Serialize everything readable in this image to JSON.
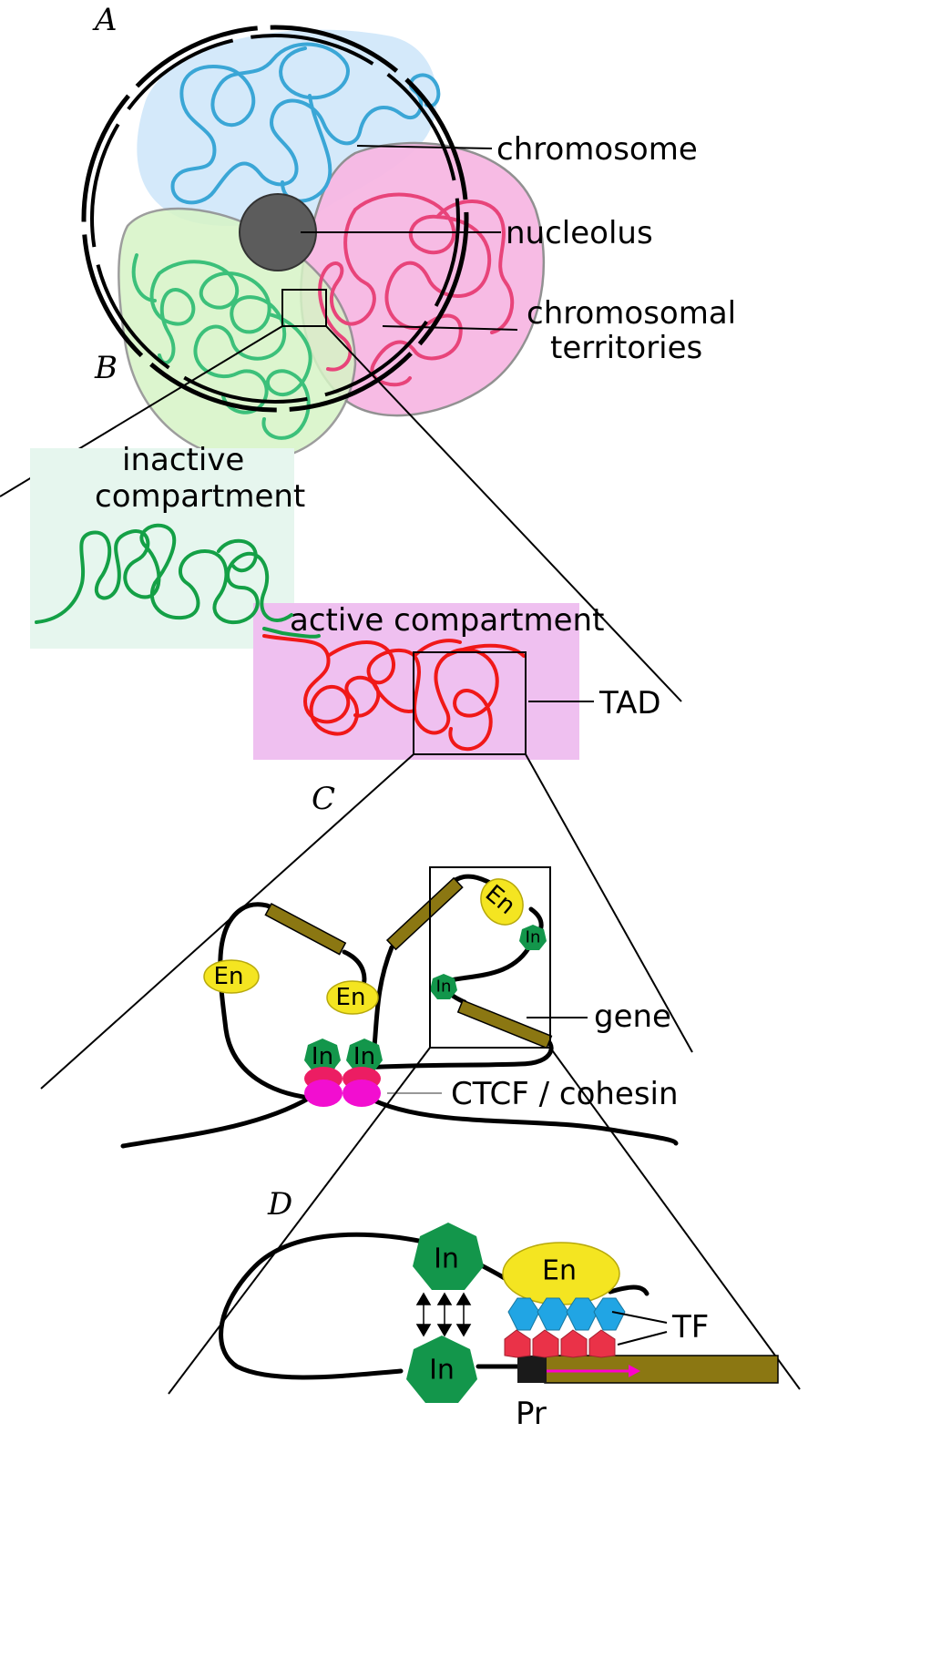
{
  "panels": {
    "a": "A",
    "b": "B",
    "c": "C",
    "d": "D"
  },
  "labels": {
    "chromosome": "chromosome",
    "nucleolus": "nucleolus",
    "territories_1": "chromosomal",
    "territories_2": "territories",
    "inactive_1": "inactive",
    "inactive_2": "compartment",
    "active": "active compartment",
    "tad": "TAD",
    "gene": "gene",
    "ctcf": "CTCF / cohesin",
    "tf": "TF",
    "pr": "Pr"
  },
  "tags": {
    "enhancer": "En",
    "insulator": "In"
  },
  "colors": {
    "blue_territory": "#cfe7f9",
    "blue_chromosome": "#3aa6d6",
    "pink_territory": "#f7b8e3",
    "red_chromosome": "#e8447a",
    "green_territory": "#d7f4c6",
    "green_chromosome": "#3cc07a",
    "nucleolus": "#5c5c5c",
    "inactive_bg": "#e6f6ee",
    "inactive_chromatin": "#14a046",
    "active_bg": "#efc0f0",
    "active_chromatin": "#f01818",
    "gene": "#8b7712",
    "enhancer": "#f4e521",
    "insulator": "#13964b",
    "ctcf_top": "#ec1d63",
    "cohesin": "#f20ed0",
    "tf_blue": "#21a5e4",
    "tf_red": "#ea3248",
    "promoter": "#1a1a1a",
    "transcription_arrow": "#ff00cc"
  }
}
